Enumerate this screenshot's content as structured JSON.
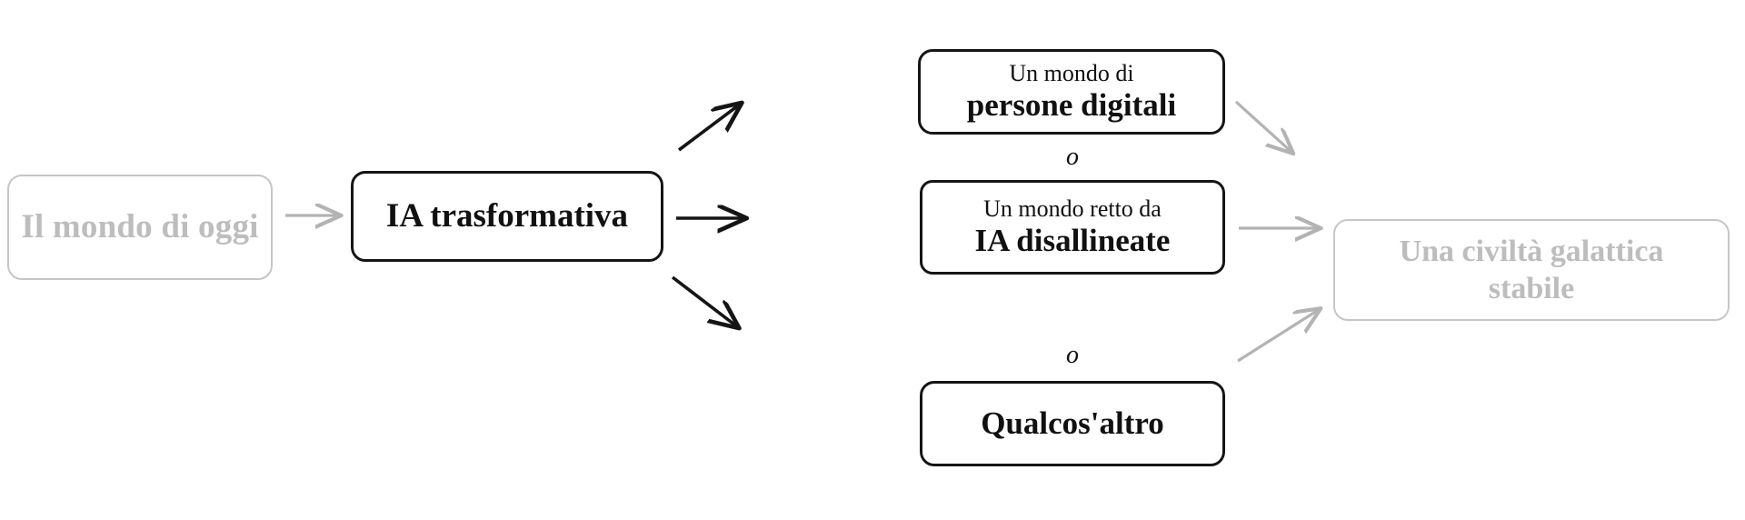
{
  "diagram": {
    "title_text": "",
    "colors": {
      "ink": "#151515",
      "muted": "#bdbdbd",
      "muted_border": "#c6c6c6",
      "background": "#ffffff"
    },
    "nodes": {
      "today": {
        "label": "Il mondo di oggi",
        "style": "ghost"
      },
      "transformative_ai": {
        "label": "IA trasformativa",
        "style": "solid"
      },
      "digital_people": {
        "sub_label": "Un mondo di",
        "label": "persone digitali",
        "style": "solid"
      },
      "misaligned_ai": {
        "sub_label": "Un mondo retto da",
        "label": "IA disallineate",
        "style": "solid"
      },
      "something_else": {
        "label": "Qualcos'altro",
        "style": "solid"
      },
      "galactic": {
        "line1": "Una civiltà galattica",
        "line2": "stabile",
        "style": "ghost"
      }
    },
    "separators": [
      {
        "text": "o"
      },
      {
        "text": "o"
      }
    ],
    "arrows": [
      {
        "name": "today-to-transformative-ai",
        "color": "#b3b3b3"
      },
      {
        "name": "transformative-ai-to-digital-people",
        "color": "#151515"
      },
      {
        "name": "transformative-ai-to-misaligned-ai",
        "color": "#151515"
      },
      {
        "name": "transformative-ai-to-something-else",
        "color": "#151515"
      },
      {
        "name": "digital-people-to-galactic",
        "color": "#b3b3b3"
      },
      {
        "name": "misaligned-ai-to-galactic",
        "color": "#b3b3b3"
      },
      {
        "name": "something-else-to-galactic",
        "color": "#b3b3b3"
      }
    ]
  }
}
